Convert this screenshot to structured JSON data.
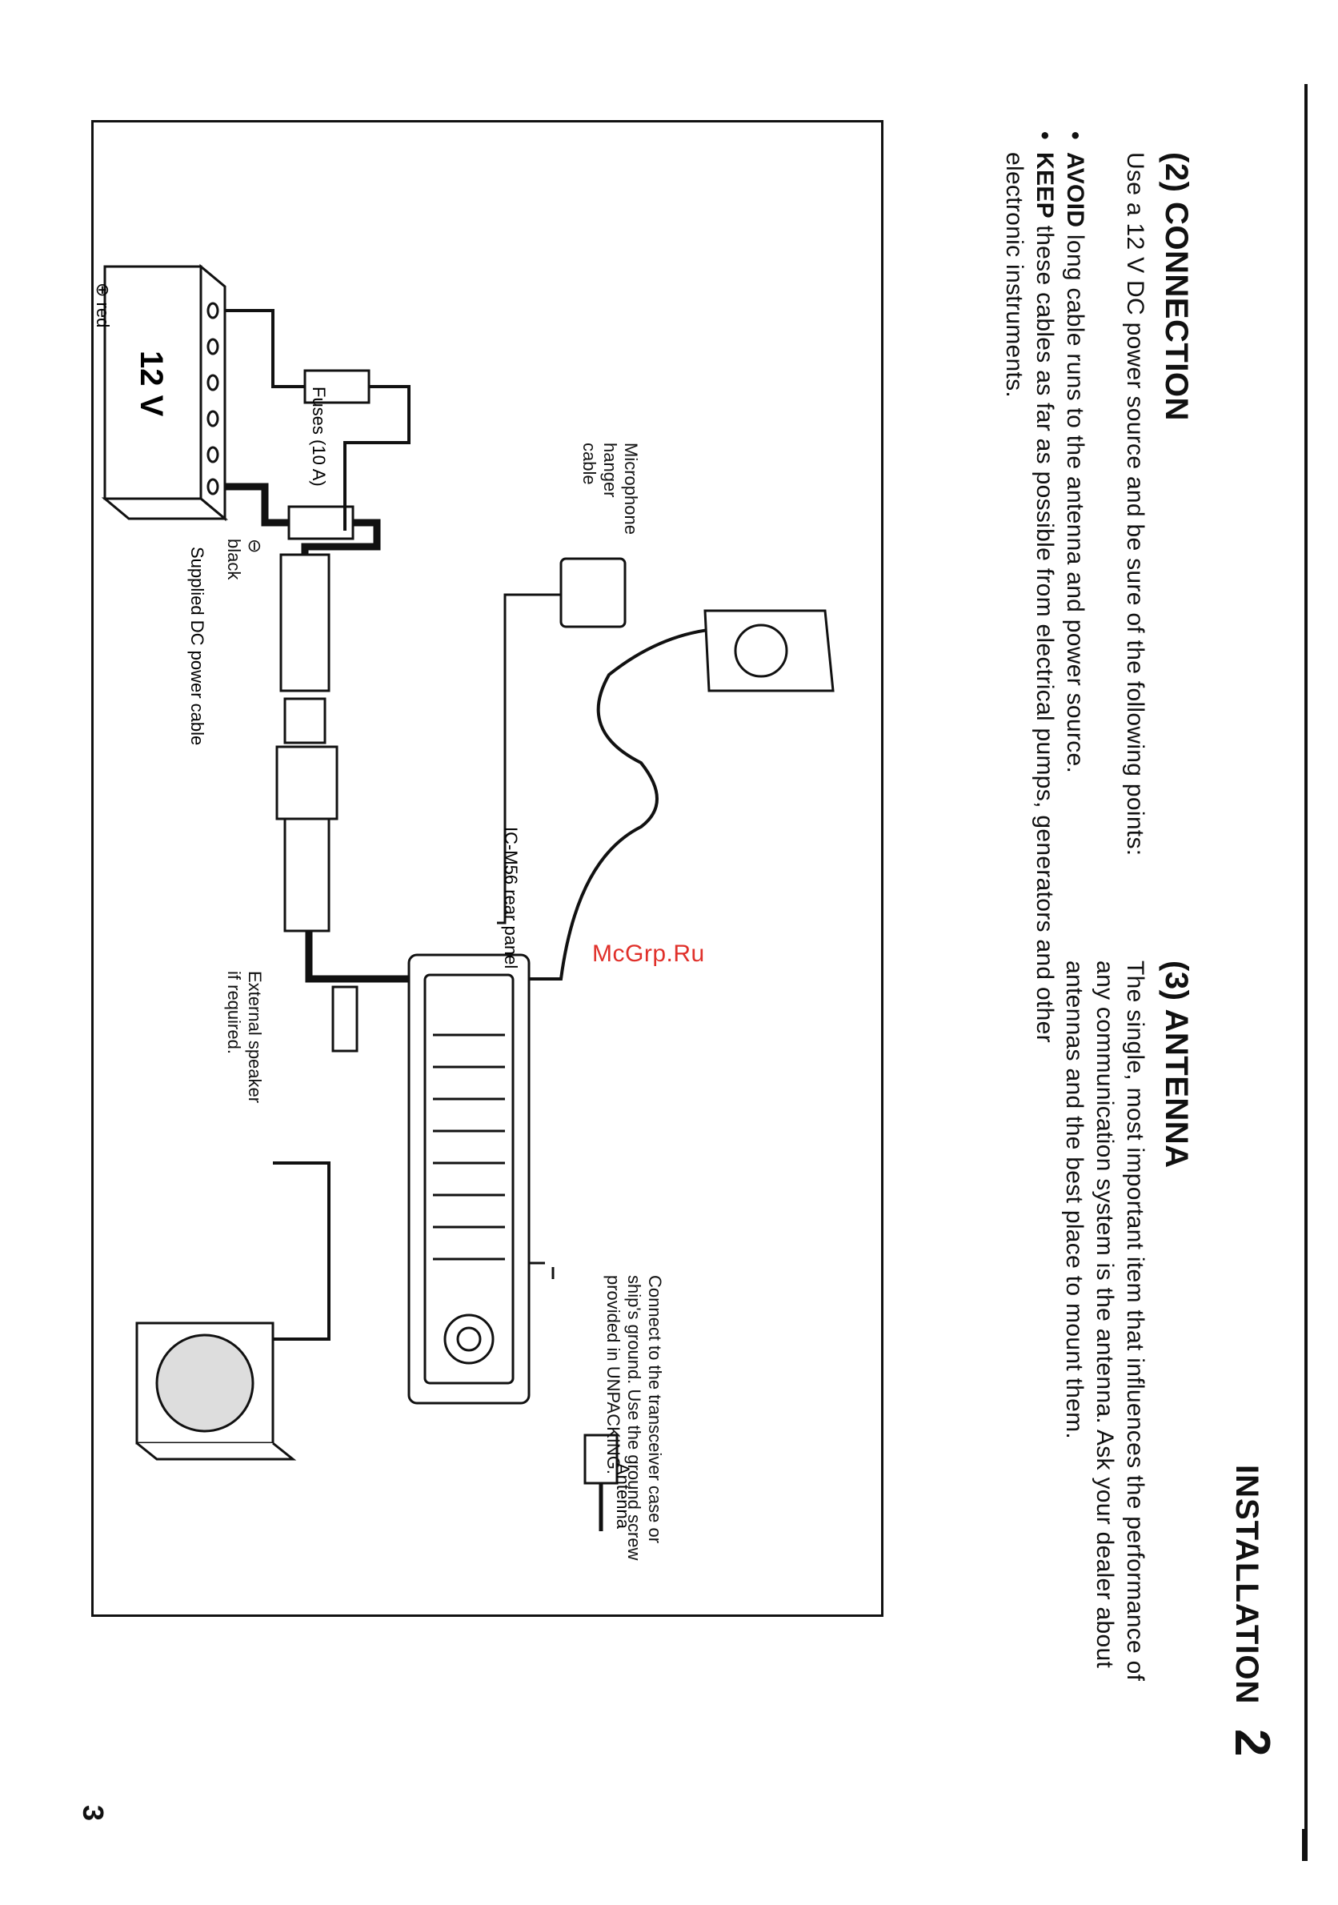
{
  "header": {
    "section_title": "INSTALLATION",
    "chapter_number": "2"
  },
  "connection": {
    "heading": "(2) CONNECTION",
    "intro": "Use a 12 V DC power source and be sure of the following points:",
    "bullets": [
      {
        "keyword": "AVOID",
        "text": " long cable runs to the antenna and power source."
      },
      {
        "keyword": "KEEP",
        "text": " these cables as far as possible from electrical pumps, generators and other electronic instruments."
      }
    ]
  },
  "antenna": {
    "heading": "(3) ANTENNA",
    "paragraph": "The single, most important item that influences the performance of any communication system is the antenna. Ask your dealer about antennas and the best place to mount them."
  },
  "figure": {
    "labels": {
      "battery_voltage": "12 V",
      "positive_terminal": "⊕ red",
      "negative_terminal": "⊖\nblack",
      "fuses": "Fuses (10 A)",
      "mic_hanger": "Microphone\nhanger\ncable",
      "power_cable": "Supplied DC power cable",
      "rear_panel": "IC-M56 rear panel",
      "ground_note": "Connect to the transceiver case or\nship's ground. Use the ground screw\nprovided in UNPACKING.",
      "antenna": "Antenna",
      "speaker": "External speaker\nif required."
    }
  },
  "watermark": "McGrp.Ru",
  "page_number": "3"
}
